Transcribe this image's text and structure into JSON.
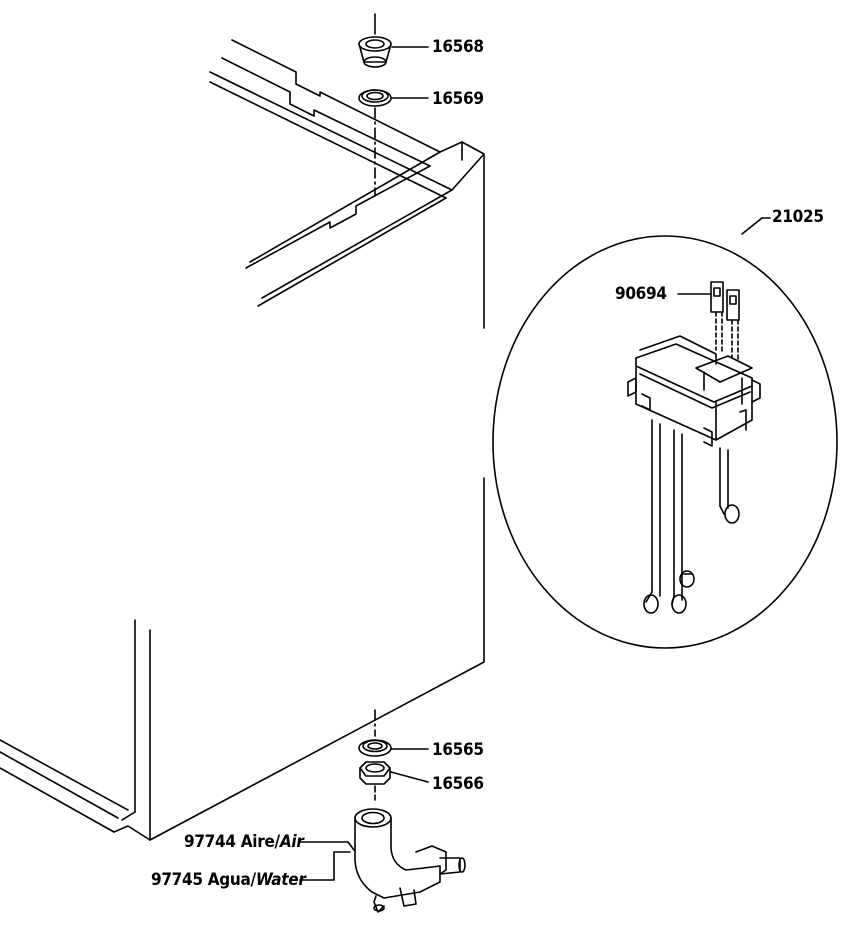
{
  "diagram": {
    "parts": {
      "p16568": "16568",
      "p16569": "16569",
      "p21025": "21025",
      "p90694": "90694",
      "p16565": "16565",
      "p16566": "16566"
    },
    "elbow_air": {
      "number": "97744",
      "es": "Aire/",
      "en": "Air"
    },
    "elbow_water": {
      "number": "97745",
      "es": "Agua/",
      "en": "Water"
    }
  }
}
